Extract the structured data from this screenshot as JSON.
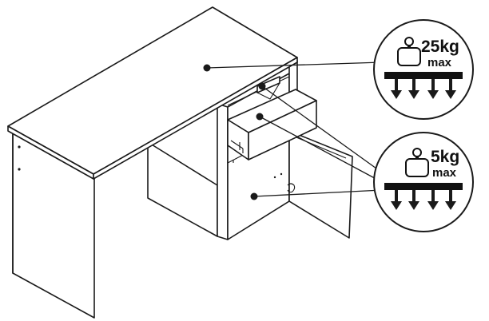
{
  "badges": [
    {
      "weight": "25kg",
      "suffix": "max",
      "target": "desk-top"
    },
    {
      "weight": "5kg",
      "suffix": "max",
      "target": "drawer-and-shelves"
    }
  ],
  "colors": {
    "line": "#1a1a1a",
    "fill": "#ffffff",
    "arrow": "#1a1a1a"
  },
  "icons": [
    "weight-icon",
    "load-arrows-icon"
  ]
}
